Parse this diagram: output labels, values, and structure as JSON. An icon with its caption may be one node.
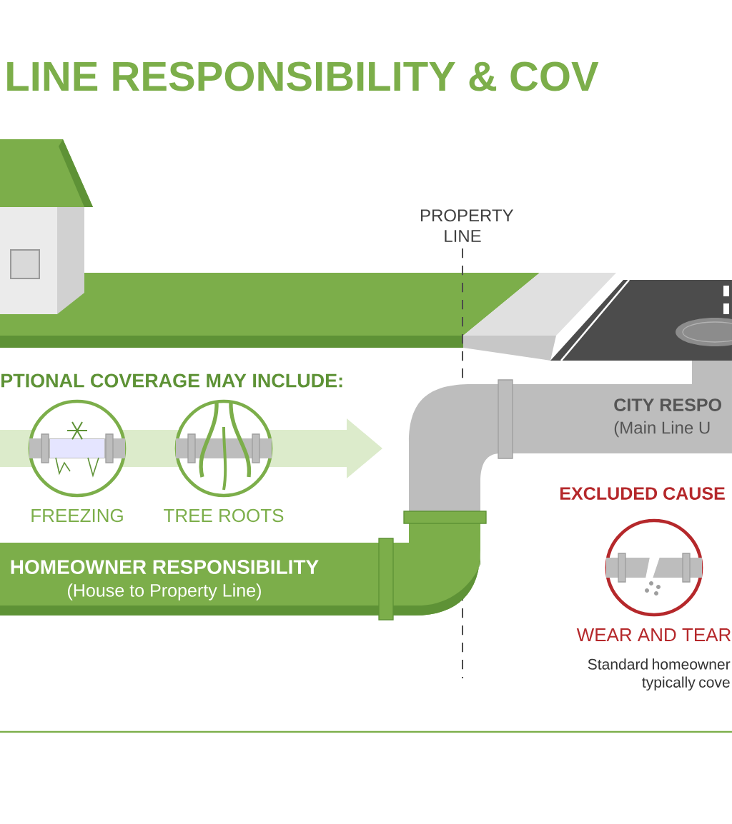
{
  "diagram": {
    "title": "LINE RESPONSIBILITY & COV",
    "nodes": [
      {
        "text": [
          "CITY RESPO",
          "(Main Line U"
        ]
      },
      {
        "text": [
          "FREEZING"
        ]
      },
      {
        "text": [
          "TREE ROOTS"
        ]
      },
      {
        "text": [
          "HOMEOWNER RESPONSIBILITY",
          "(House to Property Line)"
        ]
      },
      {
        "text": [
          "WEAR AND TEAR"
        ]
      }
    ],
    "labels": [
      "PROPERTY LINE",
      "PTIONAL COVERAGE MAY INCLUDE:",
      "EXCLUDED CAUSE",
      "Standard homeowner typically cove"
    ]
  }
}
